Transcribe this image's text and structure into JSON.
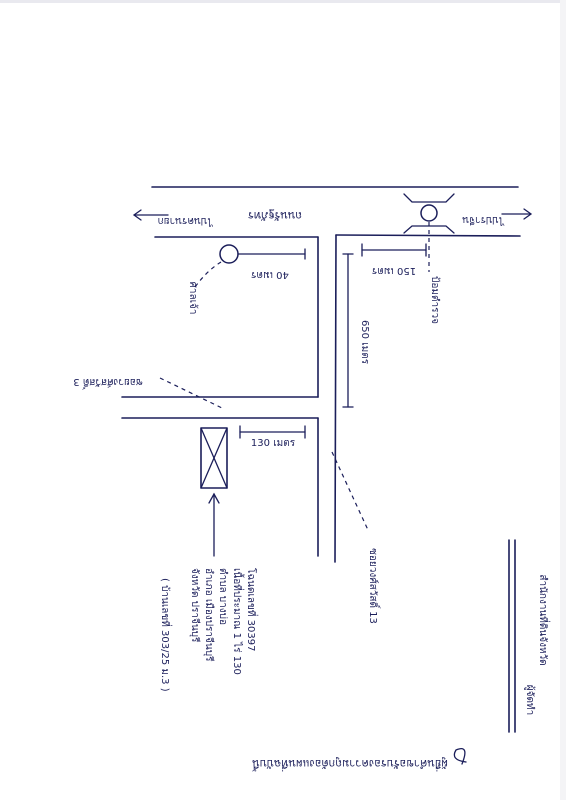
{
  "labels": {
    "road_name": "ถนนรัฐภัทร",
    "to_left": "ไปนครนายก",
    "to_right": "ไปปราจีน",
    "landmark_left": "ศาลเจ้า",
    "dist_40": "40 เมตร",
    "landmark_right": "ป้อมตำรวจ",
    "dist_150": "150 เมตร",
    "dist_650": "650 เมตร",
    "soi_3": "ซอยวงศ์สวัสดิ์ 3",
    "dist_130": "130 เมตร",
    "soi_13": "ซอยวงศ์สวัสดิ์ 13",
    "plot_line1": "โฉนดเลขที่ 30397",
    "plot_line2": "เนื้อที่ประมาณ 1 ไร่ 130",
    "plot_line3": "ตำบล บางบ่อ",
    "plot_line4": "อำเภอ เมืองปราจีนบุรี",
    "plot_line5": "จังหวัด ปราจีนบุรี",
    "plot_line6": "( บ้านเลขที่ 303/25 ม.3 )",
    "frame_line1": "ผู้จัดทำ",
    "frame_line2": "สำนักงานที่ดินจังหวัด",
    "signature": "ผู้ยื่นคำขอรับรองความถูกต้องแผนที่ฉบับนี้"
  }
}
